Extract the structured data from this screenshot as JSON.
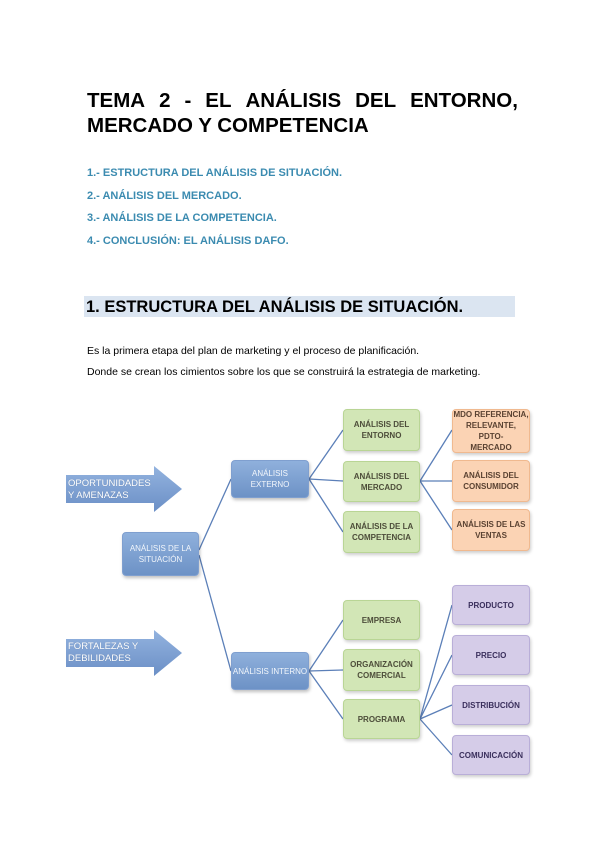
{
  "title": {
    "line1_words": [
      "TEMA",
      "2",
      "-",
      "EL",
      "ANÁLISIS",
      "DEL",
      "ENTORNO,"
    ],
    "line2": "MERCADO Y COMPETENCIA"
  },
  "toc": [
    "1.- ESTRUCTURA DEL ANÁLISIS DE SITUACIÓN.",
    "2.- ANÁLISIS DEL MERCADO.",
    "3.- ANÁLISIS DE LA COMPETENCIA.",
    "4.- CONCLUSIÓN: EL ANÁLISIS DAFO."
  ],
  "section_heading": "1. ESTRUCTURA DEL ANÁLISIS DE SITUACIÓN.",
  "paragraphs": [
    "Es la primera etapa del plan de marketing y el proceso de planificación.",
    "Donde se crean los cimientos sobre los que se construirá la estrategia de marketing."
  ],
  "diagram": {
    "arrows": {
      "top": [
        "OPORTUNIDADES",
        "Y AMENAZAS"
      ],
      "bottom": [
        "FORTALEZAS Y",
        "DEBILIDADES"
      ]
    },
    "root": [
      "ANÁLISIS DE LA",
      "SITUACIÓN"
    ],
    "externo": "ANÁLISIS EXTERNO",
    "interno": "ANÁLISIS INTERNO",
    "externo_children": [
      [
        "ANÁLISIS DEL",
        "ENTORNO"
      ],
      [
        "ANÁLISIS DEL",
        "MERCADO"
      ],
      [
        "ANÁLISIS DE LA",
        "COMPETENCIA"
      ]
    ],
    "mercado_children": [
      [
        "MDO REFERENCIA,",
        "RELEVANTE, PDTO-",
        "MERCADO"
      ],
      [
        "ANÁLISIS DEL",
        "CONSUMIDOR"
      ],
      [
        "ANÁLISIS DE LAS",
        "VENTAS"
      ]
    ],
    "interno_children": [
      [
        "EMPRESA"
      ],
      [
        "ORGANIZACIÓN",
        "COMERCIAL"
      ],
      [
        "PROGRAMA"
      ]
    ],
    "programa_children": [
      "PRODUCTO",
      "PRECIO",
      "DISTRIBUCIÓN",
      "COMUNICACIÓN"
    ],
    "colors": {
      "blue": "#7a9bcf",
      "green": "#d2e6b6",
      "orange": "#fbd3b4",
      "purple": "#d5cce8",
      "connector": "#5b7fb8",
      "toc": "#3b8bb0",
      "heading_bg": "#dbe5f1"
    }
  }
}
